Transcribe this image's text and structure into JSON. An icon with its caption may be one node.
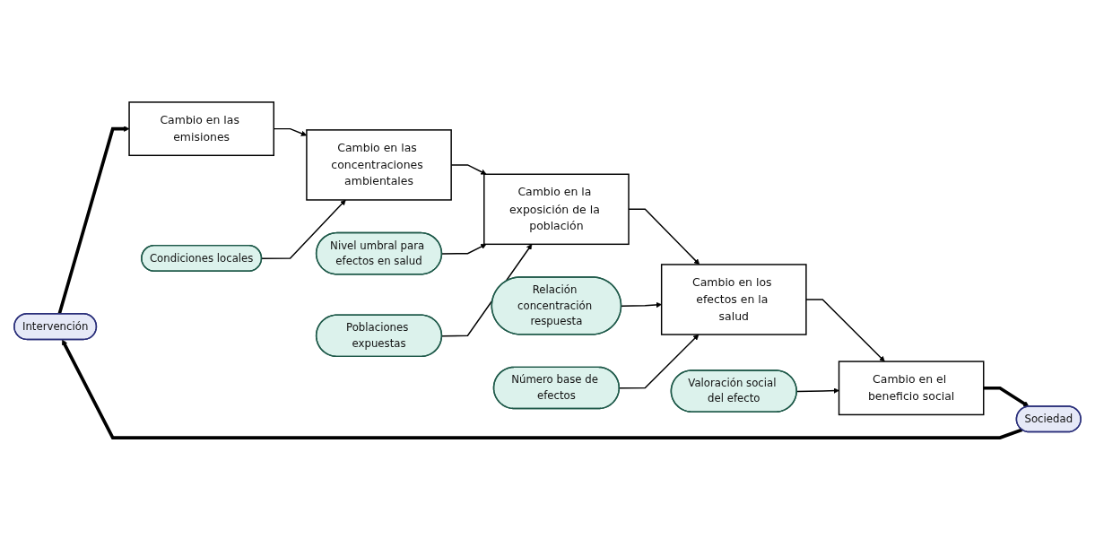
{
  "diagram": {
    "nodes": [
      {
        "text": [
          "Intervención"
        ]
      },
      {
        "text": [
          "Sociedad"
        ]
      },
      {
        "text": [
          "Nivel umbral para efectos en salud"
        ]
      },
      {
        "text": [
          "Relación concentración respuesta"
        ]
      },
      {
        "text": [
          "Cambio en las emisiones"
        ]
      },
      {
        "text": [
          "Cambio en las concentraciones ambientales"
        ]
      },
      {
        "text": [
          "Cambio en la exposición de la población"
        ]
      },
      {
        "text": [
          "Cambio en los efectos en la salud"
        ]
      },
      {
        "text": [
          "Cambio en el beneficio social"
        ]
      },
      {
        "text": [
          "Condiciones locales"
        ]
      },
      {
        "text": [
          "Poblaciones expuestas"
        ]
      },
      {
        "text": [
          "Número base de efectos"
        ]
      },
      {
        "text": [
          "Valoración social del efecto"
        ]
      }
    ],
    "edges": [
      {
        "from": 1,
        "to": 0,
        "arrow": "to",
        "style": "thick"
      },
      {
        "from": 0,
        "to": 4,
        "arrow": "to",
        "style": "thick"
      },
      {
        "from": 4,
        "to": 5,
        "arrow": "to"
      },
      {
        "from": 5,
        "to": 6,
        "arrow": "to"
      },
      {
        "from": 6,
        "to": 7,
        "arrow": "to"
      },
      {
        "from": 7,
        "to": 8,
        "arrow": "to"
      },
      {
        "from": 2,
        "to": 6,
        "arrow": "to"
      },
      {
        "from": 3,
        "to": 7,
        "arrow": "to"
      },
      {
        "from": 9,
        "to": 5,
        "arrow": "to"
      },
      {
        "from": 10,
        "to": 6,
        "arrow": "to"
      },
      {
        "from": 11,
        "to": 7,
        "arrow": "to"
      },
      {
        "from": 12,
        "to": 8,
        "arrow": "to"
      },
      {
        "from": 8,
        "to": 1,
        "arrow": "to",
        "style": "thick"
      }
    ]
  }
}
